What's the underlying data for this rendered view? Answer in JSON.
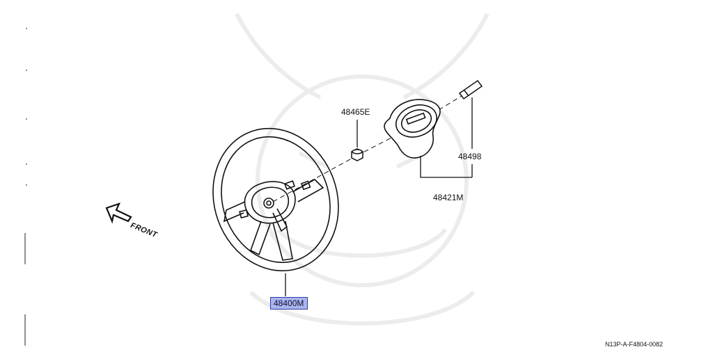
{
  "diagram": {
    "parts": [
      {
        "id": "steering-wheel",
        "number": "48400M",
        "highlighted": true
      },
      {
        "id": "nut",
        "number": "48465E",
        "highlighted": false
      },
      {
        "id": "horn-pad-assembly",
        "number": "48421M",
        "highlighted": false
      },
      {
        "id": "horn-pin",
        "number": "48498",
        "highlighted": false
      }
    ],
    "direction_label": "FRONT",
    "diagram_code": "N13P-A-F4804-0082"
  },
  "colors": {
    "line": "#111111",
    "highlight_fill": "#aab4ee",
    "highlight_border": "#2b3fa8",
    "watermark": "#ececec"
  }
}
